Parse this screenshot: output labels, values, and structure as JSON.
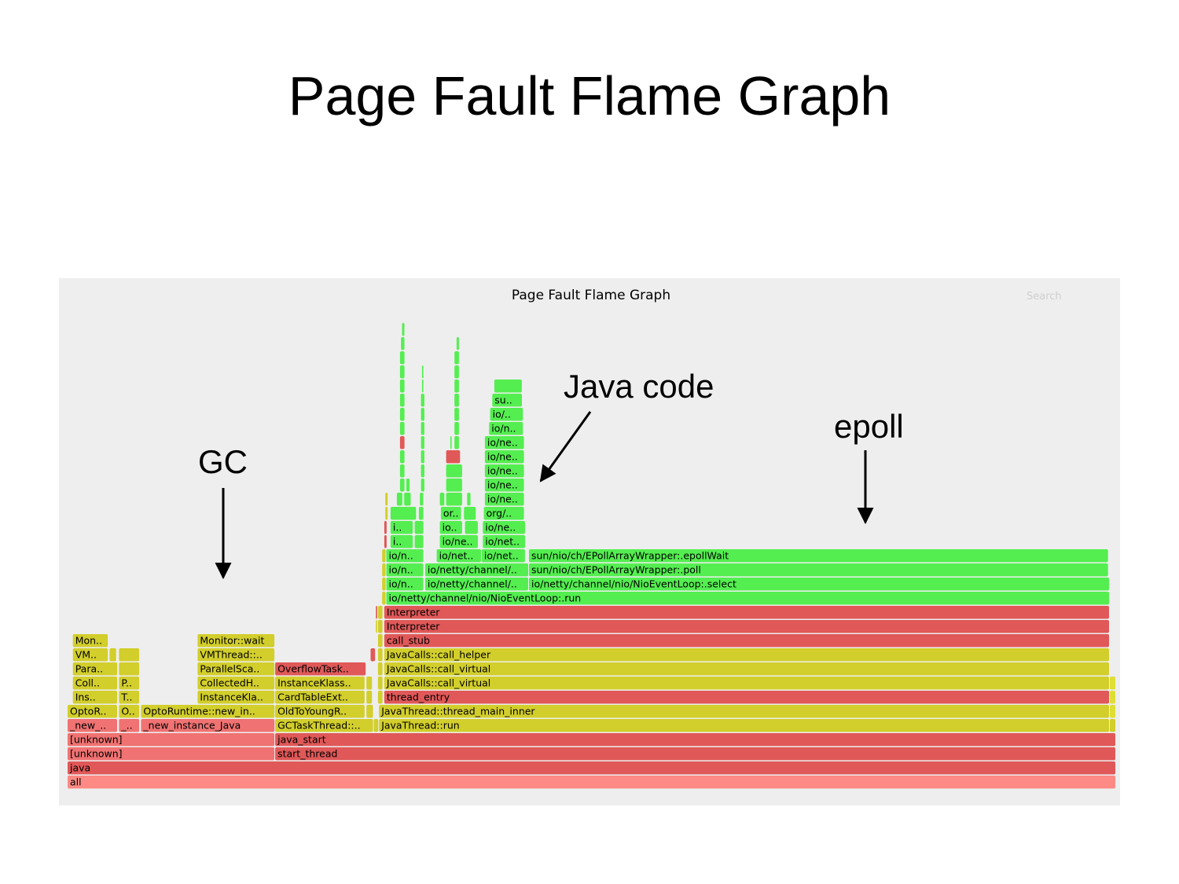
{
  "slide": {
    "title": "Page Fault Flame Graph"
  },
  "flamegraph": {
    "title": "Page Fault Flame Graph",
    "search_label": "Search",
    "colors": {
      "red": "#e05858",
      "salmon": "#f07272",
      "pink": "#fd8a84",
      "yellow": "#d2ce2c",
      "yellow2": "#dede36",
      "green": "#54ee50",
      "green2": "#44dc44"
    },
    "frames": [
      {
        "l": "all",
        "c": "pink",
        "s": 0,
        "e": 1,
        "d": 0
      },
      {
        "l": "java",
        "c": "red",
        "s": 0,
        "e": 1,
        "d": 1
      },
      {
        "l": "[unknown]",
        "c": "salmon",
        "s": 0,
        "e": 0.198,
        "d": 2
      },
      {
        "l": "start_thread",
        "c": "red",
        "s": 0.198,
        "e": 1,
        "d": 2
      },
      {
        "l": "[unknown]",
        "c": "salmon",
        "s": 0,
        "e": 0.198,
        "d": 3
      },
      {
        "l": "java_start",
        "c": "red",
        "s": 0.198,
        "e": 1,
        "d": 3
      },
      {
        "l": "_new_..",
        "c": "salmon",
        "s": 0,
        "e": 0.048,
        "d": 4
      },
      {
        "l": "_..",
        "c": "salmon",
        "s": 0.049,
        "e": 0.069,
        "d": 4
      },
      {
        "l": "_new_instance_Java",
        "c": "salmon",
        "s": 0.07,
        "e": 0.198,
        "d": 4
      },
      {
        "l": "GCTaskThread::..",
        "c": "yellow",
        "s": 0.198,
        "e": 0.292,
        "d": 4
      },
      {
        "l": "",
        "c": "yellow",
        "s": 0.292,
        "e": 0.297,
        "d": 4
      },
      {
        "l": "JavaThread::run",
        "c": "yellow",
        "s": 0.297,
        "e": 0.994,
        "d": 4
      },
      {
        "l": "",
        "c": "yellow",
        "s": 0.994,
        "e": 1,
        "d": 4
      },
      {
        "l": "OptoR..",
        "c": "yellow",
        "s": 0,
        "e": 0.048,
        "d": 5
      },
      {
        "l": "O..",
        "c": "yellow",
        "s": 0.049,
        "e": 0.069,
        "d": 5
      },
      {
        "l": "OptoRuntime::new_in..",
        "c": "yellow",
        "s": 0.07,
        "e": 0.198,
        "d": 5
      },
      {
        "l": "OldToYoungR..",
        "c": "yellow",
        "s": 0.198,
        "e": 0.284,
        "d": 5
      },
      {
        "l": "",
        "c": "yellow",
        "s": 0.285,
        "e": 0.292,
        "d": 5
      },
      {
        "l": "JavaThread::thread_main_inner",
        "c": "yellow",
        "s": 0.297,
        "e": 0.994,
        "d": 5
      },
      {
        "l": "",
        "c": "yellow2",
        "s": 0.994,
        "e": 1,
        "d": 5
      },
      {
        "l": "Ins..",
        "c": "yellow",
        "s": 0.005,
        "e": 0.048,
        "d": 6
      },
      {
        "l": "T..",
        "c": "yellow",
        "s": 0.049,
        "e": 0.069,
        "d": 6
      },
      {
        "l": "InstanceKla..",
        "c": "yellow",
        "s": 0.124,
        "e": 0.198,
        "d": 6
      },
      {
        "l": "CardTableExt..",
        "c": "yellow",
        "s": 0.198,
        "e": 0.284,
        "d": 6
      },
      {
        "l": "",
        "c": "yellow",
        "s": 0.285,
        "e": 0.291,
        "d": 6
      },
      {
        "l": "",
        "c": "yellow",
        "s": 0.296,
        "e": 0.301,
        "d": 6
      },
      {
        "l": "thread_entry",
        "c": "red",
        "s": 0.302,
        "e": 0.994,
        "d": 6
      },
      {
        "l": "",
        "c": "yellow2",
        "s": 0.994,
        "e": 1,
        "d": 6
      },
      {
        "l": "Coll..",
        "c": "yellow",
        "s": 0.005,
        "e": 0.048,
        "d": 7
      },
      {
        "l": "P..",
        "c": "yellow",
        "s": 0.049,
        "e": 0.069,
        "d": 7
      },
      {
        "l": "CollectedH..",
        "c": "yellow",
        "s": 0.124,
        "e": 0.198,
        "d": 7
      },
      {
        "l": "InstanceKlass..",
        "c": "yellow",
        "s": 0.198,
        "e": 0.284,
        "d": 7
      },
      {
        "l": "",
        "c": "yellow",
        "s": 0.285,
        "e": 0.291,
        "d": 7
      },
      {
        "l": "",
        "c": "yellow",
        "s": 0.296,
        "e": 0.301,
        "d": 7
      },
      {
        "l": "JavaCalls::call_virtual",
        "c": "yellow",
        "s": 0.302,
        "e": 0.994,
        "d": 7
      },
      {
        "l": "",
        "c": "yellow2",
        "s": 0.994,
        "e": 1,
        "d": 7
      },
      {
        "l": "Para..",
        "c": "yellow",
        "s": 0.005,
        "e": 0.048,
        "d": 8
      },
      {
        "l": "",
        "c": "yellow",
        "s": 0.049,
        "e": 0.069,
        "d": 8
      },
      {
        "l": "ParallelSca..",
        "c": "yellow",
        "s": 0.124,
        "e": 0.198,
        "d": 8
      },
      {
        "l": "OverflowTask..",
        "c": "red",
        "s": 0.198,
        "e": 0.285,
        "d": 8
      },
      {
        "l": "",
        "c": "yellow",
        "s": 0.296,
        "e": 0.301,
        "d": 8
      },
      {
        "l": "JavaCalls::call_virtual",
        "c": "yellow",
        "s": 0.302,
        "e": 0.994,
        "d": 8
      },
      {
        "l": "VM..",
        "c": "yellow",
        "s": 0.005,
        "e": 0.039,
        "d": 9
      },
      {
        "l": "",
        "c": "yellow",
        "s": 0.04,
        "e": 0.047,
        "d": 9
      },
      {
        "l": "",
        "c": "yellow",
        "s": 0.049,
        "e": 0.069,
        "d": 9
      },
      {
        "l": "VMThread::..",
        "c": "yellow",
        "s": 0.124,
        "e": 0.198,
        "d": 9
      },
      {
        "l": "",
        "c": "red",
        "s": 0.289,
        "e": 0.294,
        "d": 9
      },
      {
        "l": "",
        "c": "yellow",
        "s": 0.296,
        "e": 0.301,
        "d": 9
      },
      {
        "l": "JavaCalls::call_helper",
        "c": "yellow",
        "s": 0.302,
        "e": 0.994,
        "d": 9
      },
      {
        "l": "Mon..",
        "c": "yellow",
        "s": 0.005,
        "e": 0.039,
        "d": 10
      },
      {
        "l": "Monitor::wait",
        "c": "yellow",
        "s": 0.124,
        "e": 0.198,
        "d": 10
      },
      {
        "l": "",
        "c": "yellow",
        "s": 0.296,
        "e": 0.301,
        "d": 10
      },
      {
        "l": "call_stub",
        "c": "red",
        "s": 0.302,
        "e": 0.994,
        "d": 10
      },
      {
        "l": "",
        "c": "yellow",
        "s": 0.294,
        "e": 0.296,
        "d": 11
      },
      {
        "l": "",
        "c": "yellow",
        "s": 0.296,
        "e": 0.301,
        "d": 11
      },
      {
        "l": "Interpreter",
        "c": "red",
        "s": 0.302,
        "e": 0.994,
        "d": 11
      },
      {
        "l": "",
        "c": "red",
        "s": 0.294,
        "e": 0.296,
        "d": 12
      },
      {
        "l": "",
        "c": "yellow",
        "s": 0.296,
        "e": 0.301,
        "d": 12
      },
      {
        "l": "Interpreter",
        "c": "red",
        "s": 0.302,
        "e": 0.994,
        "d": 12
      },
      {
        "l": "",
        "c": "yellow",
        "s": 0.3,
        "e": 0.304,
        "d": 13
      },
      {
        "l": "io/netty/channel/nio/NioEventLoop:.run",
        "c": "green",
        "s": 0.304,
        "e": 0.994,
        "d": 13
      },
      {
        "l": "",
        "c": "yellow",
        "s": 0.3,
        "e": 0.304,
        "d": 14
      },
      {
        "l": "io/n..",
        "c": "green",
        "s": 0.304,
        "e": 0.34,
        "d": 14
      },
      {
        "l": "io/netty/channel/..",
        "c": "green",
        "s": 0.341,
        "e": 0.44,
        "d": 14
      },
      {
        "l": "io/netty/channel/nio/NioEventLoop:.select",
        "c": "green",
        "s": 0.44,
        "e": 0.994,
        "d": 14
      },
      {
        "l": "",
        "c": "yellow",
        "s": 0.3,
        "e": 0.304,
        "d": 15
      },
      {
        "l": "io/n..",
        "c": "green",
        "s": 0.304,
        "e": 0.34,
        "d": 15
      },
      {
        "l": "io/netty/channel/..",
        "c": "green",
        "s": 0.341,
        "e": 0.44,
        "d": 15
      },
      {
        "l": "sun/nio/ch/EPollArrayWrapper:.poll",
        "c": "green",
        "s": 0.44,
        "e": 0.993,
        "d": 15
      },
      {
        "l": "",
        "c": "yellow",
        "s": 0.3,
        "e": 0.304,
        "d": 16
      },
      {
        "l": "io/n..",
        "c": "green",
        "s": 0.304,
        "e": 0.34,
        "d": 16
      },
      {
        "l": "io/net..",
        "c": "green",
        "s": 0.352,
        "e": 0.395,
        "d": 16
      },
      {
        "l": "io/net..",
        "c": "green",
        "s": 0.395,
        "e": 0.437,
        "d": 16
      },
      {
        "l": "sun/nio/ch/EPollArrayWrapper:.epollWait",
        "c": "green",
        "s": 0.44,
        "e": 0.993,
        "d": 16
      },
      {
        "l": "",
        "c": "red",
        "s": 0.302,
        "e": 0.305,
        "d": 17
      },
      {
        "l": "i..",
        "c": "green",
        "s": 0.308,
        "e": 0.33,
        "d": 17
      },
      {
        "l": "",
        "c": "green",
        "s": 0.331,
        "e": 0.34,
        "d": 17
      },
      {
        "l": "io/ne..",
        "c": "green",
        "s": 0.355,
        "e": 0.392,
        "d": 17
      },
      {
        "l": "io/net..",
        "c": "green",
        "s": 0.396,
        "e": 0.437,
        "d": 17
      },
      {
        "l": "",
        "c": "red",
        "s": 0.302,
        "e": 0.305,
        "d": 18
      },
      {
        "l": "i..",
        "c": "green",
        "s": 0.308,
        "e": 0.33,
        "d": 18
      },
      {
        "l": "",
        "c": "green",
        "s": 0.331,
        "e": 0.34,
        "d": 18
      },
      {
        "l": "io..",
        "c": "green",
        "s": 0.355,
        "e": 0.377,
        "d": 18
      },
      {
        "l": "",
        "c": "green",
        "s": 0.379,
        "e": 0.392,
        "d": 18
      },
      {
        "l": "io/ne..",
        "c": "green",
        "s": 0.396,
        "e": 0.437,
        "d": 18
      },
      {
        "l": "",
        "c": "yellow",
        "s": 0.303,
        "e": 0.306,
        "d": 19
      },
      {
        "l": "",
        "c": "green",
        "s": 0.308,
        "e": 0.333,
        "d": 19
      },
      {
        "l": "",
        "c": "green",
        "s": 0.335,
        "e": 0.34,
        "d": 19
      },
      {
        "l": "or..",
        "c": "green",
        "s": 0.356,
        "e": 0.376,
        "d": 19
      },
      {
        "l": "",
        "c": "green",
        "s": 0.378,
        "e": 0.39,
        "d": 19
      },
      {
        "l": "org/..",
        "c": "green",
        "s": 0.397,
        "e": 0.436,
        "d": 19
      },
      {
        "l": "",
        "c": "yellow",
        "s": 0.303,
        "e": 0.306,
        "d": 20
      },
      {
        "l": "",
        "c": "green",
        "s": 0.314,
        "e": 0.32,
        "d": 20
      },
      {
        "l": "",
        "c": "green",
        "s": 0.321,
        "e": 0.328,
        "d": 20
      },
      {
        "l": "",
        "c": "green",
        "s": 0.336,
        "e": 0.34,
        "d": 20
      },
      {
        "l": "",
        "c": "green",
        "s": 0.355,
        "e": 0.36,
        "d": 20
      },
      {
        "l": "",
        "c": "green",
        "s": 0.361,
        "e": 0.377,
        "d": 20
      },
      {
        "l": "",
        "c": "green",
        "s": 0.381,
        "e": 0.385,
        "d": 20
      },
      {
        "l": "io/ne..",
        "c": "green",
        "s": 0.398,
        "e": 0.436,
        "d": 20
      },
      {
        "l": "",
        "c": "green",
        "s": 0.317,
        "e": 0.322,
        "d": 21
      },
      {
        "l": "",
        "c": "green",
        "s": 0.323,
        "e": 0.327,
        "d": 21
      },
      {
        "l": "",
        "c": "green",
        "s": 0.337,
        "e": 0.341,
        "d": 21
      },
      {
        "l": "",
        "c": "green",
        "s": 0.361,
        "e": 0.377,
        "d": 21
      },
      {
        "l": "io/ne..",
        "c": "green",
        "s": 0.398,
        "e": 0.436,
        "d": 21
      },
      {
        "l": "",
        "c": "green",
        "s": 0.317,
        "e": 0.322,
        "d": 22
      },
      {
        "l": "",
        "c": "green",
        "s": 0.337,
        "e": 0.341,
        "d": 22
      },
      {
        "l": "",
        "c": "green",
        "s": 0.361,
        "e": 0.377,
        "d": 22
      },
      {
        "l": "io/ne..",
        "c": "green",
        "s": 0.398,
        "e": 0.436,
        "d": 22
      },
      {
        "l": "",
        "c": "green",
        "s": 0.317,
        "e": 0.322,
        "d": 23
      },
      {
        "l": "",
        "c": "green",
        "s": 0.337,
        "e": 0.341,
        "d": 23
      },
      {
        "l": "",
        "c": "red",
        "s": 0.361,
        "e": 0.375,
        "d": 23
      },
      {
        "l": "io/ne..",
        "c": "green",
        "s": 0.398,
        "e": 0.436,
        "d": 23
      },
      {
        "l": "",
        "c": "red",
        "s": 0.317,
        "e": 0.322,
        "d": 24
      },
      {
        "l": "",
        "c": "green",
        "s": 0.337,
        "e": 0.341,
        "d": 24
      },
      {
        "l": "",
        "c": "green",
        "s": 0.365,
        "e": 0.367,
        "d": 24
      },
      {
        "l": "",
        "c": "green",
        "s": 0.369,
        "e": 0.374,
        "d": 24
      },
      {
        "l": "io/ne..",
        "c": "green",
        "s": 0.398,
        "e": 0.436,
        "d": 24
      },
      {
        "l": "",
        "c": "green",
        "s": 0.317,
        "e": 0.322,
        "d": 25
      },
      {
        "l": "",
        "c": "green",
        "s": 0.337,
        "e": 0.341,
        "d": 25
      },
      {
        "l": "",
        "c": "green",
        "s": 0.369,
        "e": 0.374,
        "d": 25
      },
      {
        "l": "io/n..",
        "c": "green",
        "s": 0.402,
        "e": 0.435,
        "d": 25
      },
      {
        "l": "",
        "c": "green",
        "s": 0.317,
        "e": 0.322,
        "d": 26
      },
      {
        "l": "",
        "c": "green",
        "s": 0.337,
        "e": 0.341,
        "d": 26
      },
      {
        "l": "",
        "c": "green",
        "s": 0.369,
        "e": 0.374,
        "d": 26
      },
      {
        "l": "io/..",
        "c": "green",
        "s": 0.403,
        "e": 0.435,
        "d": 26
      },
      {
        "l": "",
        "c": "green",
        "s": 0.317,
        "e": 0.322,
        "d": 27
      },
      {
        "l": "",
        "c": "green",
        "s": 0.337,
        "e": 0.341,
        "d": 27
      },
      {
        "l": "",
        "c": "green",
        "s": 0.369,
        "e": 0.374,
        "d": 27
      },
      {
        "l": "su..",
        "c": "green",
        "s": 0.405,
        "e": 0.434,
        "d": 27
      },
      {
        "l": "",
        "c": "green",
        "s": 0.317,
        "e": 0.322,
        "d": 28
      },
      {
        "l": "",
        "c": "green",
        "s": 0.338,
        "e": 0.34,
        "d": 28
      },
      {
        "l": "",
        "c": "green",
        "s": 0.369,
        "e": 0.374,
        "d": 28
      },
      {
        "l": "",
        "c": "green",
        "s": 0.407,
        "e": 0.434,
        "d": 28
      },
      {
        "l": "",
        "c": "green",
        "s": 0.317,
        "e": 0.322,
        "d": 29
      },
      {
        "l": "",
        "c": "green",
        "s": 0.338,
        "e": 0.34,
        "d": 29
      },
      {
        "l": "",
        "c": "green",
        "s": 0.369,
        "e": 0.374,
        "d": 29
      },
      {
        "l": "",
        "c": "green",
        "s": 0.317,
        "e": 0.322,
        "d": 30
      },
      {
        "l": "",
        "c": "green",
        "s": 0.369,
        "e": 0.374,
        "d": 30
      },
      {
        "l": "",
        "c": "green",
        "s": 0.318,
        "e": 0.322,
        "d": 31
      },
      {
        "l": "",
        "c": "green",
        "s": 0.371,
        "e": 0.374,
        "d": 31
      },
      {
        "l": "",
        "c": "green",
        "s": 0.319,
        "e": 0.322,
        "d": 32
      }
    ]
  },
  "annotations": {
    "gc": "GC",
    "java_code": "Java code",
    "epoll": "epoll"
  }
}
